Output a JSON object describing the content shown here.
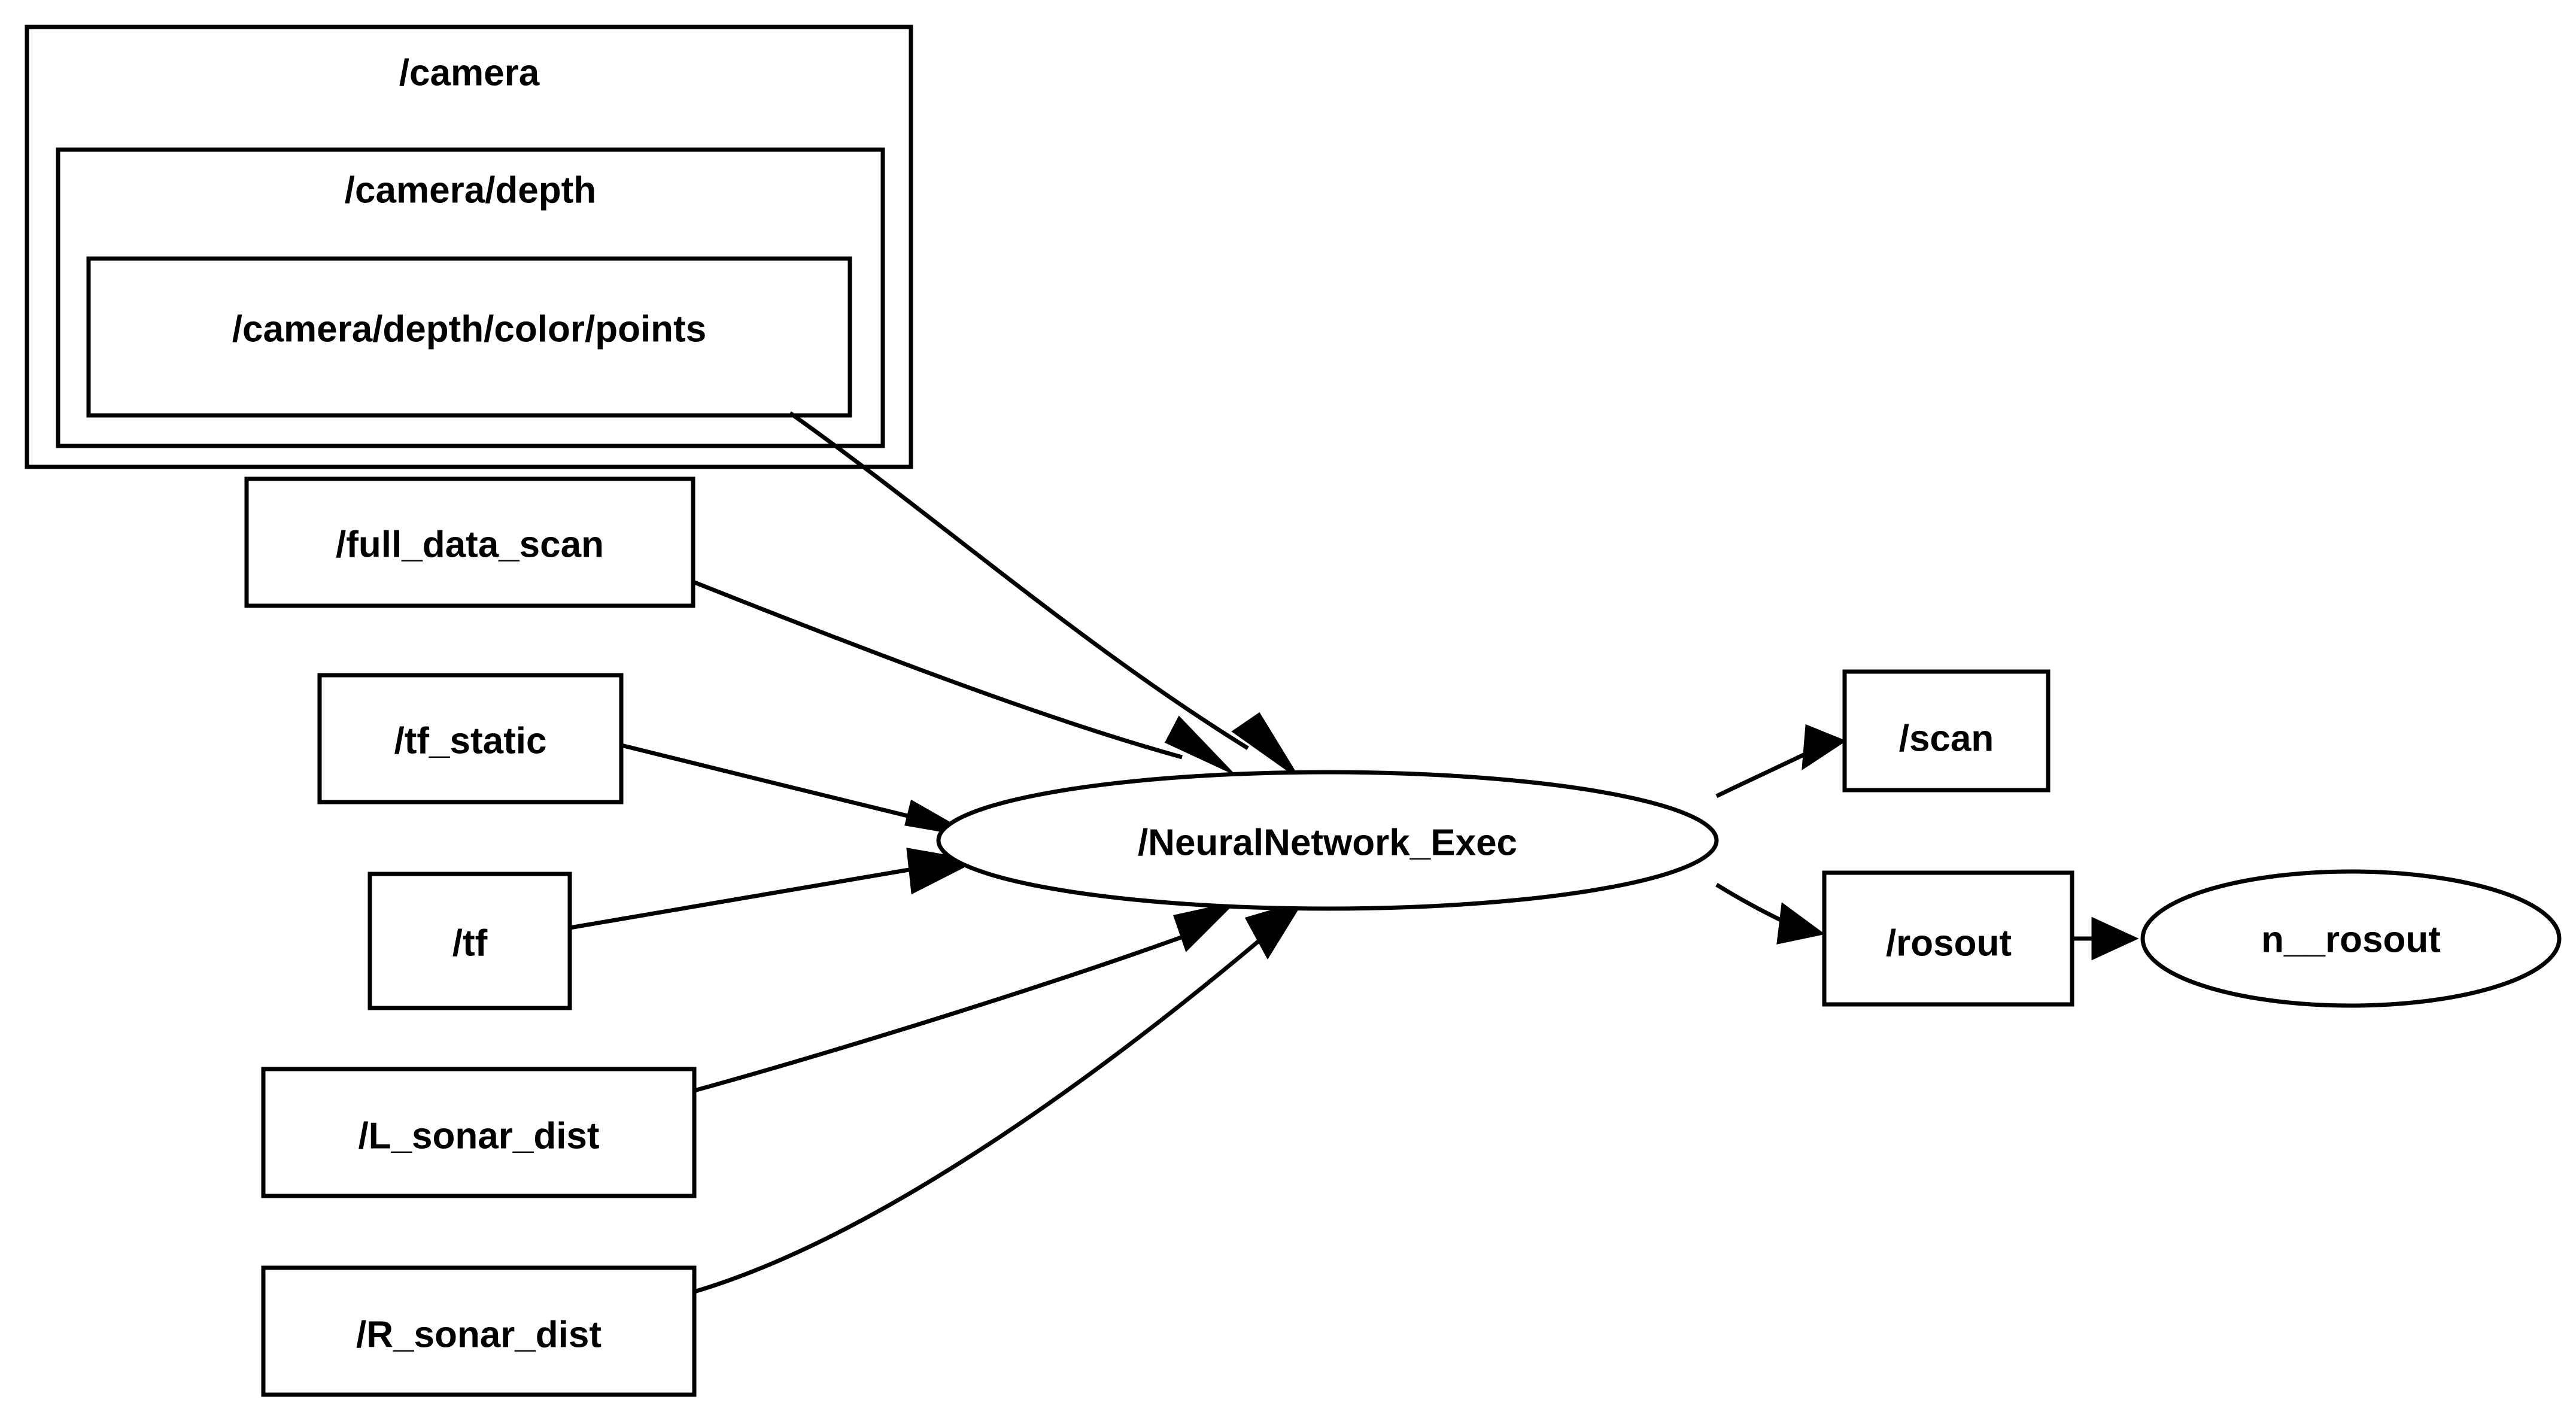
{
  "graph": {
    "type": "ros-computation-graph",
    "background_color": "#ffffff",
    "line_color": "#000000",
    "clusters": [
      {
        "id": "camera",
        "label": "/camera"
      },
      {
        "id": "camera_depth",
        "label": "/camera/depth"
      },
      {
        "id": "camera_points",
        "label": "/camera/depth/color/points"
      }
    ],
    "nodes": [
      {
        "id": "full_data_scan",
        "label": "/full_data_scan",
        "shape": "box"
      },
      {
        "id": "tf_static",
        "label": "/tf_static",
        "shape": "box"
      },
      {
        "id": "tf",
        "label": "/tf",
        "shape": "box"
      },
      {
        "id": "l_sonar_dist",
        "label": "/L_sonar_dist",
        "shape": "box"
      },
      {
        "id": "r_sonar_dist",
        "label": "/R_sonar_dist",
        "shape": "box"
      },
      {
        "id": "neuralnetwork_exec",
        "label": "/NeuralNetwork_Exec",
        "shape": "ellipse"
      },
      {
        "id": "scan",
        "label": "/scan",
        "shape": "box"
      },
      {
        "id": "rosout",
        "label": "/rosout",
        "shape": "box"
      },
      {
        "id": "n_rosout",
        "label": "n__rosout",
        "shape": "ellipse"
      }
    ],
    "edges": [
      {
        "from": "camera_points",
        "to": "neuralnetwork_exec",
        "directed": true
      },
      {
        "from": "full_data_scan",
        "to": "neuralnetwork_exec",
        "directed": true
      },
      {
        "from": "tf_static",
        "to": "neuralnetwork_exec",
        "directed": true
      },
      {
        "from": "tf",
        "to": "neuralnetwork_exec",
        "directed": true
      },
      {
        "from": "l_sonar_dist",
        "to": "neuralnetwork_exec",
        "directed": true
      },
      {
        "from": "r_sonar_dist",
        "to": "neuralnetwork_exec",
        "directed": true
      },
      {
        "from": "neuralnetwork_exec",
        "to": "scan",
        "directed": true
      },
      {
        "from": "neuralnetwork_exec",
        "to": "rosout",
        "directed": true
      },
      {
        "from": "rosout",
        "to": "n_rosout",
        "directed": true
      }
    ]
  }
}
